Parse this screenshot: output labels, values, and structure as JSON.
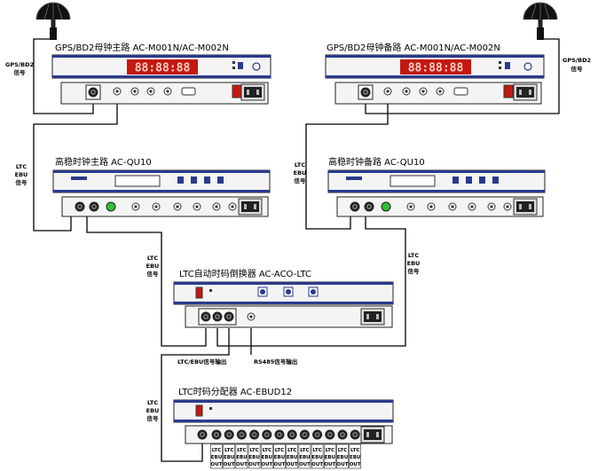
{
  "colors": {
    "led_red": "#e8201a",
    "led_bg": "#c41810",
    "panel_blue": "#2a3a8c",
    "green": "#2fbf3a",
    "device_gray": "#f4f4f4"
  },
  "labels": {
    "gps_left": [
      "GPS/BD2",
      "信号"
    ],
    "gps_right": [
      "GPS/BD2",
      "信号"
    ],
    "ltc_left_top": [
      "LTC",
      "EBU",
      "信号"
    ],
    "ltc_mid_top": [
      "LTC",
      "EBU",
      "信号"
    ],
    "ltc_left_mid": [
      "LTC",
      "EBU",
      "信号"
    ],
    "ltc_right_mid": [
      "LTC",
      "EBU",
      "信号"
    ],
    "ltc_left_bot": [
      "LTC",
      "EBU",
      "信号"
    ],
    "ltc_out": "LTC/EBU信号输出",
    "rs485_out": "RS485信号输出"
  },
  "devices": {
    "master_main": {
      "title": "GPS/BD2母钟主路  AC-M001N/AC-M002N",
      "display": "88:88:88"
    },
    "master_backup": {
      "title": "GPS/BD2母钟备路  AC-M001N/AC-M002N",
      "display": "88:88:88"
    },
    "hs_main": {
      "title": "高稳时钟主路  AC-QU10"
    },
    "hs_backup": {
      "title": "高稳时钟备路  AC-QU10"
    },
    "switcher": {
      "title": "LTC自动时码倒换器  AC-ACO-LTC"
    },
    "distributor": {
      "title": "LTC时码分配器  AC-EBUD12",
      "outputs": [
        "LTC EBU OUT",
        "LTC EBU OUT",
        "LTC EBU OUT",
        "LTC EBU OUT",
        "LTC EBU OUT",
        "LTC EBU OUT",
        "LTC EBU OUT",
        "LTC EBU OUT",
        "LTC EBU OUT",
        "LTC EBU OUT",
        "LTC EBU OUT",
        "LTC EBU OUT"
      ]
    }
  }
}
